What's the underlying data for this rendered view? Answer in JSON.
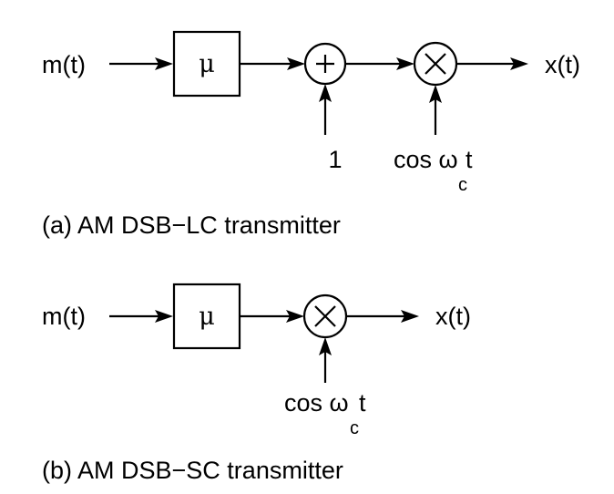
{
  "diagram_a": {
    "input_label": "m(t)",
    "gain_symbol": "μ",
    "carrier_const_label": "1",
    "carrier_cos_label": "cos ω",
    "carrier_t_label": "t",
    "carrier_subscript": "c",
    "output_label": "x(t)",
    "caption": "(a) AM DSB−LC transmitter"
  },
  "diagram_b": {
    "input_label": "m(t)",
    "gain_symbol": "μ",
    "carrier_cos_label": "cos ω",
    "carrier_t_label": "t",
    "carrier_subscript": "c",
    "output_label": "x(t)",
    "caption": "(b) AM DSB−SC transmitter"
  },
  "colors": {
    "ink": "#000000",
    "background": "#ffffff"
  }
}
